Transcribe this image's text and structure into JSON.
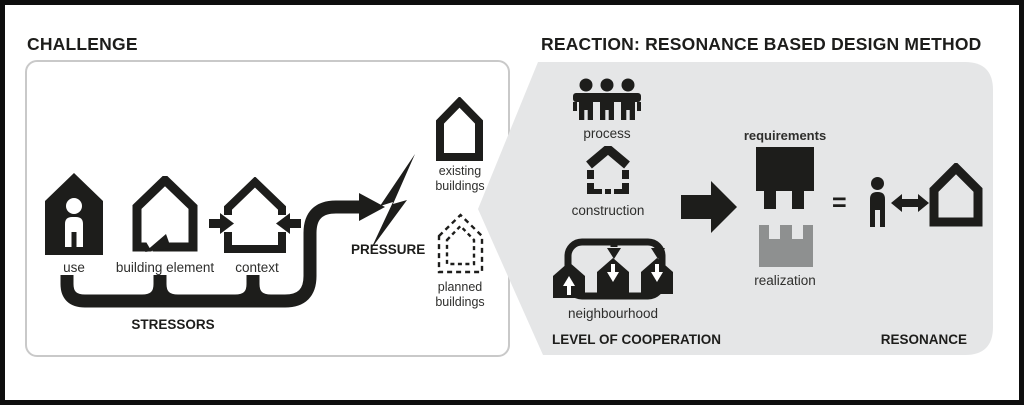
{
  "colors": {
    "ink": "#1d1d1b",
    "panel_gray": "#e5e6e7",
    "realization_gray": "#8e9090"
  },
  "challenge": {
    "title": "CHALLENGE",
    "stressor_items": [
      {
        "label": "use",
        "icon": "house-user-icon"
      },
      {
        "label": "building element",
        "icon": "house-element-icon"
      },
      {
        "label": "context",
        "icon": "house-context-icon"
      }
    ],
    "stressors_label": "STRESSORS",
    "pressure_label": "PRESSURE",
    "existing_buildings_label": "existing\nbuildings",
    "planned_buildings_label": "planned\nbuildings"
  },
  "reaction": {
    "title": "REACTION: RESONANCE BASED DESIGN METHOD",
    "process_label": "process",
    "construction_label": "construction",
    "neighbourhood_label": "neighbourhood",
    "cooperation_label": "LEVEL OF COOPERATION",
    "requirements_label": "requirements",
    "realization_label": "realization",
    "equals_sign": "=",
    "resonance_label": "RESONANCE"
  },
  "icons": {
    "house-user-icon": "black house with white person",
    "house-element-icon": "house outline with loop arrow",
    "house-context-icon": "house outline squeezed by arrows",
    "stressor-bracket": "pipe bracket arrow",
    "lightning-bolt-icon": "lightning bolt",
    "existing-building-icon": "solid outline house",
    "planned-building-icon": "dashed outline house",
    "group-process-icon": "three linked people",
    "construction-house-icon": "house of separate blocks",
    "neighbourhood-loop-icon": "three houses in arrow loop",
    "arrow-right-icon": "solid right arrow",
    "requirements-block-icon": "black plug block",
    "realization-socket-icon": "gray socket block",
    "person-icon": "standing person",
    "double-arrow-icon": "left-right arrow",
    "resonance-house-icon": "outline house"
  }
}
